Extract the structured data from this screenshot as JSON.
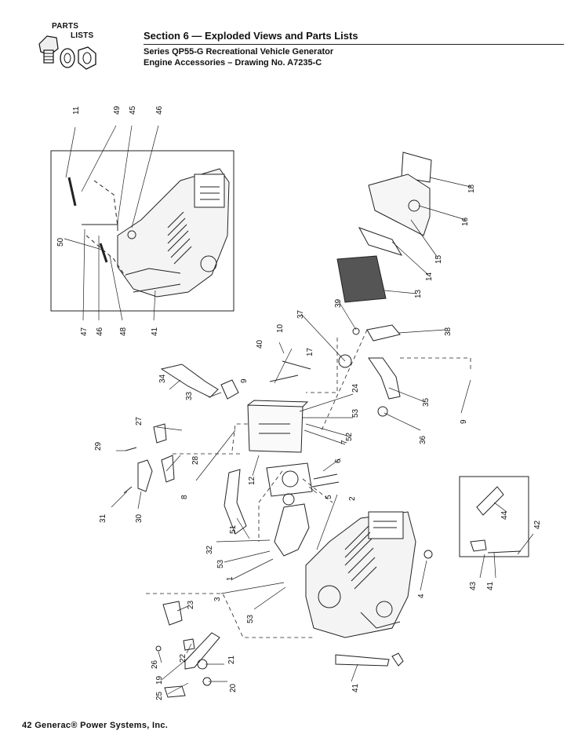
{
  "logo": {
    "line1": "PARTS",
    "line2": "LISTS"
  },
  "header": {
    "title": "Section 6 — Exploded Views and Parts Lists",
    "subtitle1": "Series QP55-G Recreational Vehicle Generator",
    "subtitle2": "Engine Accessories – Drawing No. A7235-C"
  },
  "footer": {
    "text": "42 Generac® Power Systems, Inc."
  },
  "part_numbers": {
    "top_box_row": [
      "11",
      "49",
      "45",
      "46"
    ],
    "top_box_left": "50",
    "top_box_bottom": [
      "47",
      "46",
      "48",
      "41"
    ],
    "filter": [
      "18",
      "16",
      "15",
      "14",
      "13"
    ],
    "middle": [
      "39",
      "37",
      "38",
      "10",
      "40",
      "17",
      "9",
      "34",
      "33",
      "24",
      "53",
      "52",
      "7",
      "35",
      "36",
      "9",
      "27",
      "29",
      "28",
      "6",
      "12",
      "8",
      "5",
      "2",
      "31",
      "30",
      "51",
      "32",
      "53",
      "1",
      "3",
      "53",
      "4"
    ],
    "right_box": [
      "44",
      "42",
      "43",
      "41"
    ],
    "bottom_left": [
      "23",
      "22",
      "26",
      "21",
      "19",
      "25",
      "20",
      "41"
    ]
  }
}
